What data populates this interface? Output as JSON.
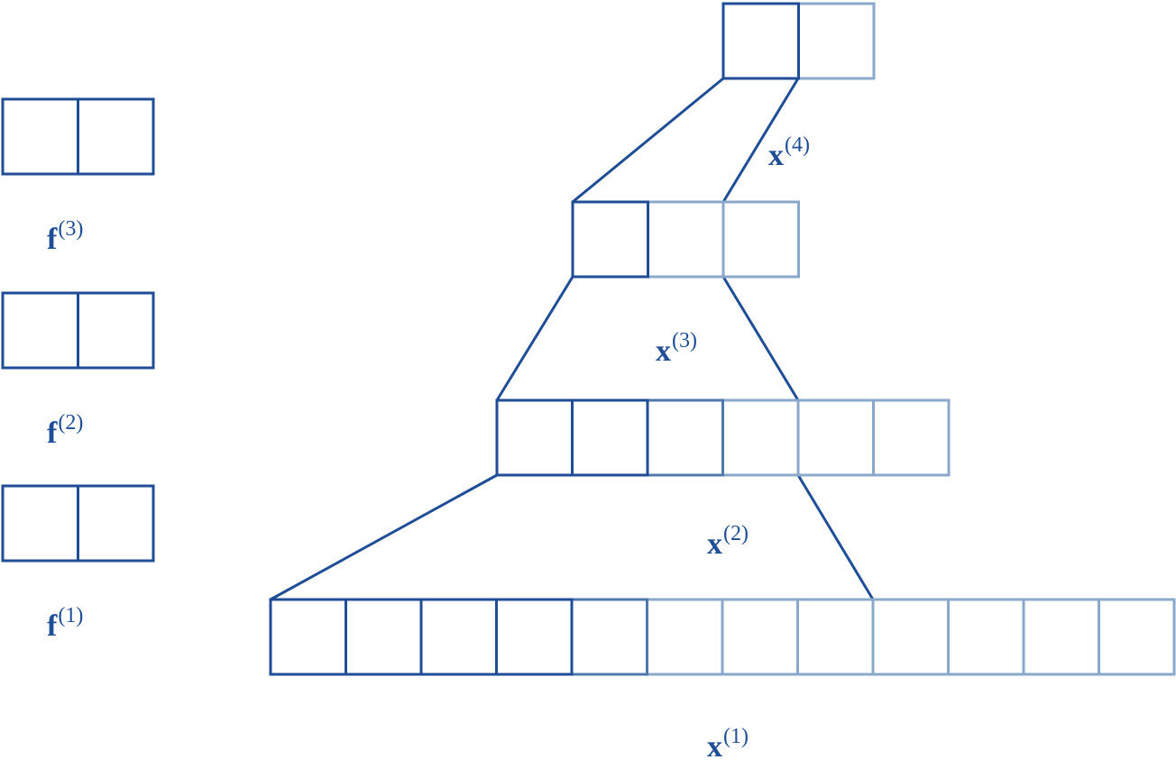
{
  "colors": {
    "dark": "#1f4e96",
    "medium": "#4f78ad",
    "light": "#89a8cb"
  },
  "filters": [
    {
      "base": "f",
      "sup": "(3)",
      "cells": 2
    },
    {
      "base": "f",
      "sup": "(2)",
      "cells": 2
    },
    {
      "base": "f",
      "sup": "(1)",
      "cells": 2
    }
  ],
  "layers": [
    {
      "base": "x",
      "sup": "(4)",
      "cells": 2,
      "active": 1
    },
    {
      "base": "x",
      "sup": "(3)",
      "cells": 3,
      "active": 1
    },
    {
      "base": "x",
      "sup": "(2)",
      "cells": 6,
      "active": 2
    },
    {
      "base": "x",
      "sup": "(1)",
      "cells": 12,
      "active": 4
    }
  ]
}
